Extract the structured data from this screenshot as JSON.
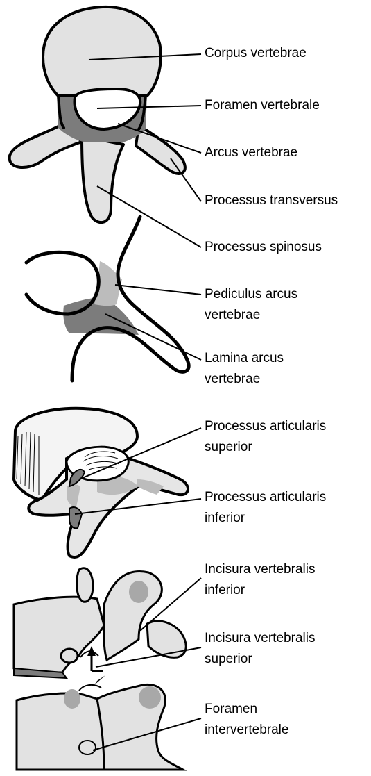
{
  "labels": {
    "corpus_vertebrae": "Corpus vertebrae",
    "foramen_vertebrale": "Foramen vertebrale",
    "arcus_vertebrae": "Arcus vertebrae",
    "processus_transversus": "Processus transversus",
    "processus_spinosus": "Processus spinosus",
    "pediculus_arcus_vertebrae": [
      "Pediculus arcus",
      "vertebrae"
    ],
    "lamina_arcus_vertebrae": [
      "Lamina arcus",
      "vertebrae"
    ],
    "processus_articularis_superior": [
      "Processus articularis",
      "superior"
    ],
    "processus_articularis_inferior": [
      "Processus articularis",
      "inferior"
    ],
    "incisura_vertebralis_inferior": [
      "Incisura vertebralis",
      "inferior"
    ],
    "incisura_vertebralis_superior": [
      "Incisura vertebralis",
      "superior"
    ],
    "foramen_intervertebrale": [
      "Foramen",
      "intervertebrale"
    ]
  },
  "colors": {
    "bone_fill": "#e2e2e2",
    "arch_dark": "#7c7c7c",
    "pedicle_light": "#bcbcbc",
    "shading": "#a8a8a8",
    "ink": "#000000"
  }
}
